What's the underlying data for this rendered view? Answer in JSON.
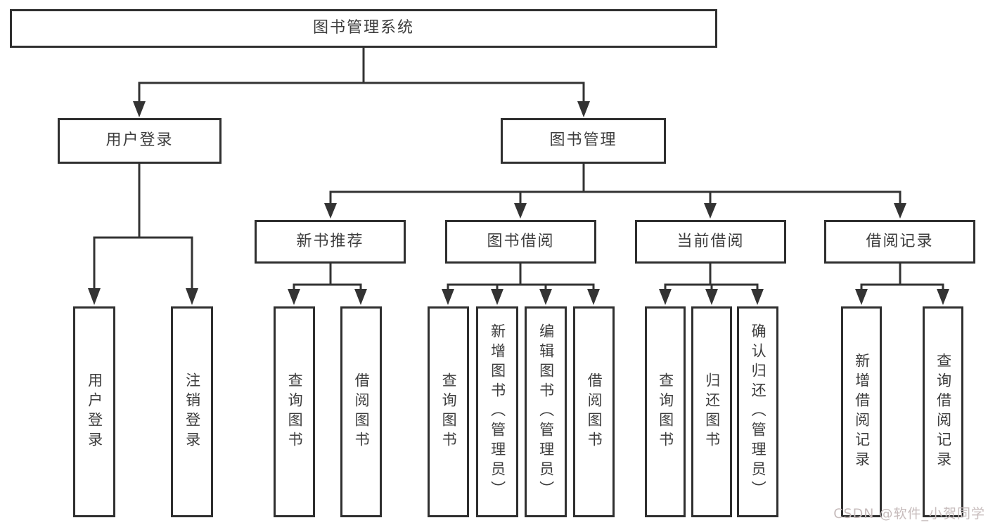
{
  "diagram": {
    "root": {
      "label": "图书管理系统"
    },
    "level2": {
      "user_login": {
        "label": "用户登录"
      },
      "book_mgmt": {
        "label": "图书管理"
      }
    },
    "level3": {
      "new_book_rec": {
        "label": "新书推荐"
      },
      "book_borrow": {
        "label": "图书借阅"
      },
      "current_borrow": {
        "label": "当前借阅"
      },
      "borrow_record": {
        "label": "借阅记录"
      }
    },
    "leaves": {
      "user_login": [
        "用户登录",
        "注销登录"
      ],
      "new_book_rec": [
        "查询图书",
        "借阅图书"
      ],
      "book_borrow": [
        "查询图书",
        "新增图书（管理员）",
        "编辑图书（管理员）",
        "借阅图书"
      ],
      "current_borrow": [
        "查询图书",
        "归还图书",
        "确认归还（管理员）"
      ],
      "borrow_record": [
        "新增借阅记录",
        "查询借阅记录"
      ]
    },
    "colors": {
      "line": "#333333",
      "border": "#2f2f2f",
      "text": "#3d3d3d",
      "watermark": "#c7bcbc"
    }
  },
  "watermark": {
    "text": "CSDN @软件_小贺同学"
  }
}
